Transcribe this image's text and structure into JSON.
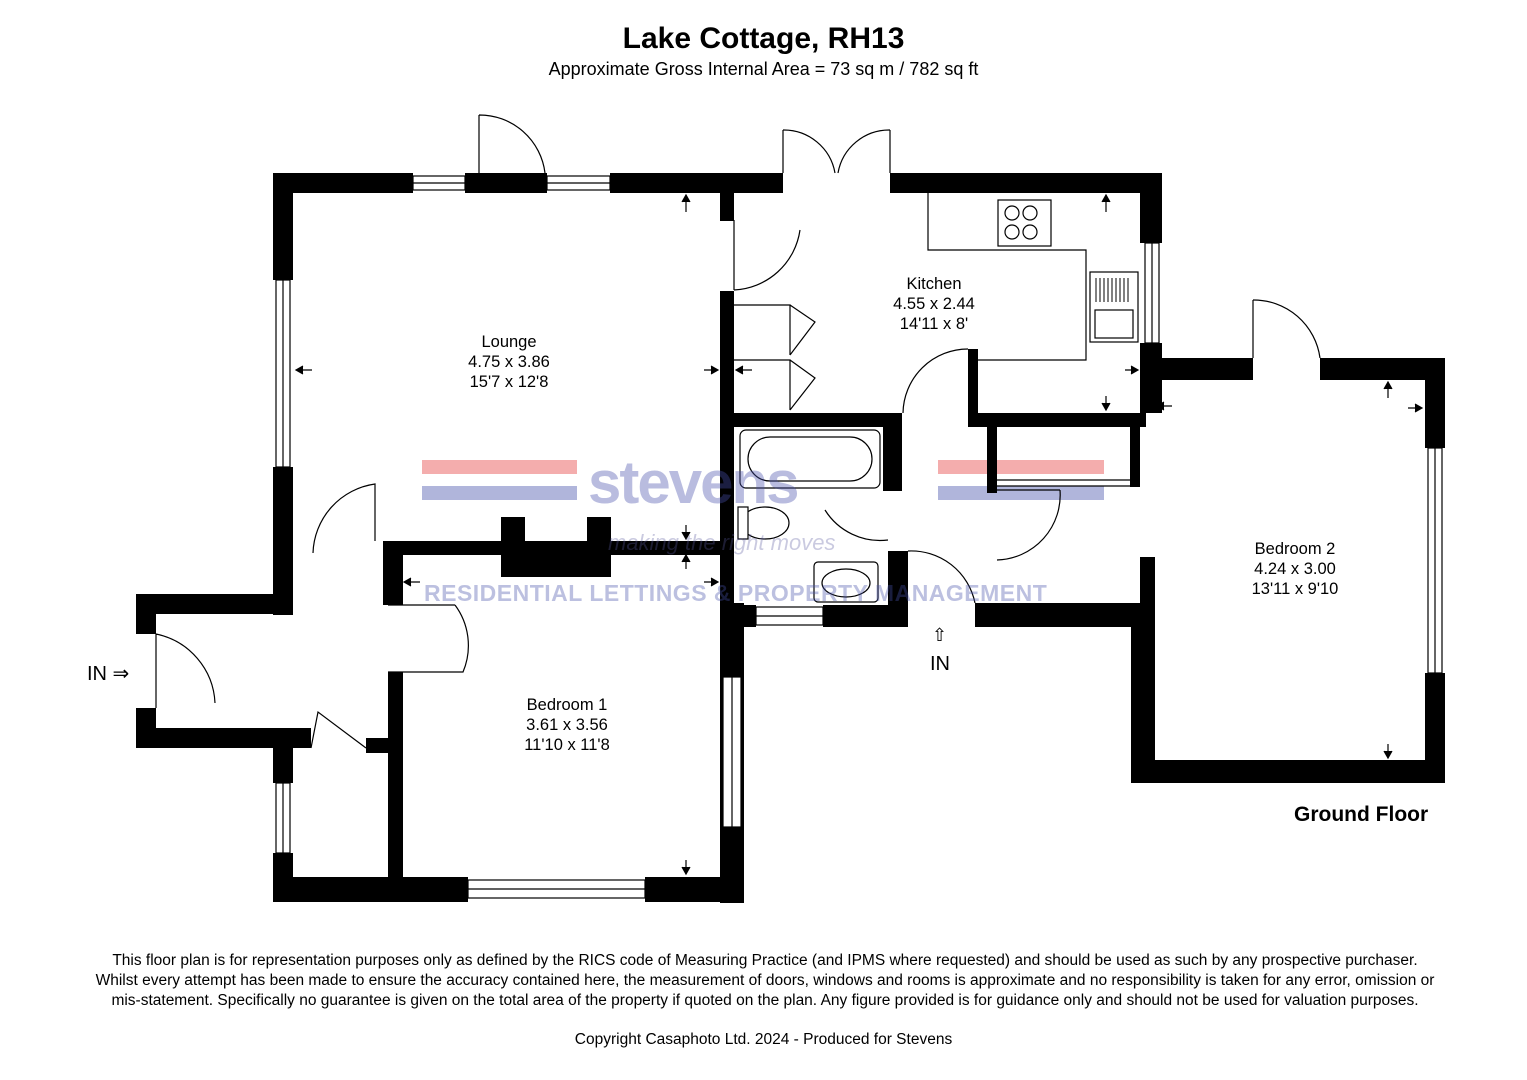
{
  "title": "Lake Cottage, RH13",
  "subtitle": "Approximate Gross Internal Area = 73 sq m / 782 sq ft",
  "rooms": [
    {
      "name": "Lounge",
      "metric": "4.75 x 3.86",
      "imperial": "15'7 x 12'8"
    },
    {
      "name": "Kitchen",
      "metric": "4.55 x 2.44",
      "imperial": "14'11 x 8'"
    },
    {
      "name": "Bedroom 1",
      "metric": "3.61 x 3.56",
      "imperial": "11'10 x 11'8"
    },
    {
      "name": "Bedroom 2",
      "metric": "4.24 x 3.00",
      "imperial": "13'11 x 9'10"
    }
  ],
  "entries": {
    "left": "IN ⇒",
    "bottom_arrow": "⇧",
    "bottom": "IN"
  },
  "floor_label": "Ground Floor",
  "watermark": {
    "brand": "stevens",
    "tagline": "making the right moves",
    "sub": "RESIDENTIAL LETTINGS & PROPERTY MANAGEMENT",
    "stripe_red": "#f08a8a",
    "stripe_blue": "#8e95cc"
  },
  "disclaimer": "This floor plan is for representation purposes only as defined by the RICS code of Measuring Practice (and IPMS where requested) and should be used as such by any prospective purchaser. Whilst every attempt has been made to ensure the accuracy contained here, the measurement of doors, windows and rooms is approximate and no responsibility is taken for any error, omission or mis-statement. Specifically no guarantee is given on the total area of the property if quoted on the plan. Any figure provided is for guidance only and should not be used for valuation purposes.",
  "copyright": "Copyright Casaphoto Ltd. 2024 - Produced for Stevens",
  "wall_color": "#000000"
}
